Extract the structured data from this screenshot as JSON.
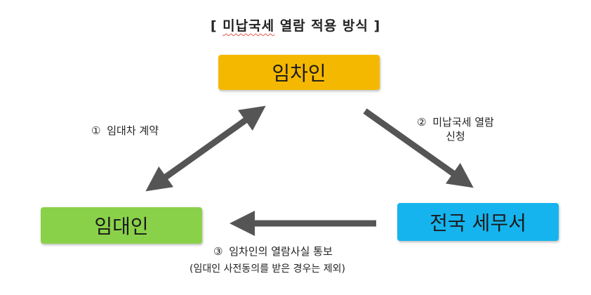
{
  "title": {
    "bracket_open": "[",
    "underlined": "미납국세",
    "rest": "열람 적용 방식",
    "bracket_close": "]"
  },
  "nodes": {
    "tenant": {
      "label": "임차인",
      "color": "#f5b800"
    },
    "landlord": {
      "label": "임대인",
      "color": "#8ad14a"
    },
    "tax_office": {
      "label": "전국 세무서",
      "color": "#16b4ee"
    }
  },
  "steps": {
    "step1": {
      "number": "①",
      "text": "임대차 계약"
    },
    "step2": {
      "number": "②",
      "line1": "미납국세 열람",
      "line2": "신청"
    },
    "step3": {
      "number": "③",
      "text": "임차인의 열람사실 통보",
      "note": "(임대인 사전동의를 받은 경우는 제외)"
    }
  },
  "colors": {
    "arrow": "#555555"
  }
}
